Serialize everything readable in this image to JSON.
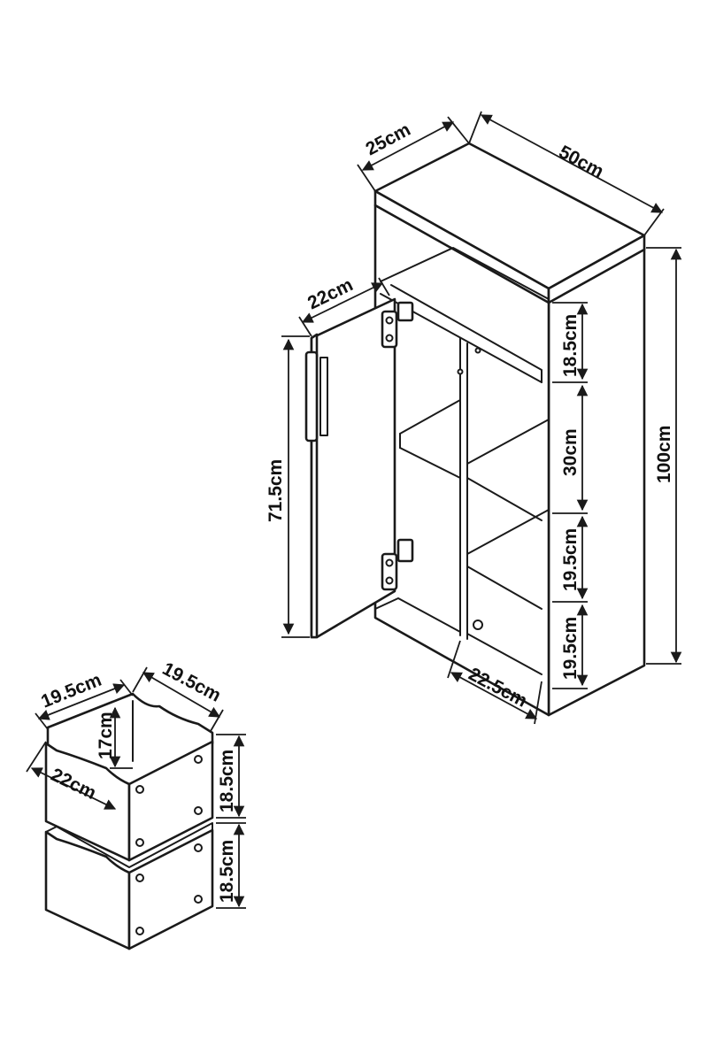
{
  "cabinet": {
    "depth": "25cm",
    "width": "50cm",
    "height": "100cm",
    "door_width": "22cm",
    "door_height": "71.5cm",
    "top_compartment": "18.5cm",
    "middle_compartment": "30cm",
    "lower_compartment": "19.5cm",
    "bottom_compartment": "19.5cm",
    "inner_width": "22.5cm"
  },
  "box": {
    "width": "19.5cm",
    "depth": "19.5cm",
    "inner_height": "17cm",
    "length": "22cm",
    "top_box_height": "18.5cm",
    "bottom_box_height": "18.5cm"
  }
}
